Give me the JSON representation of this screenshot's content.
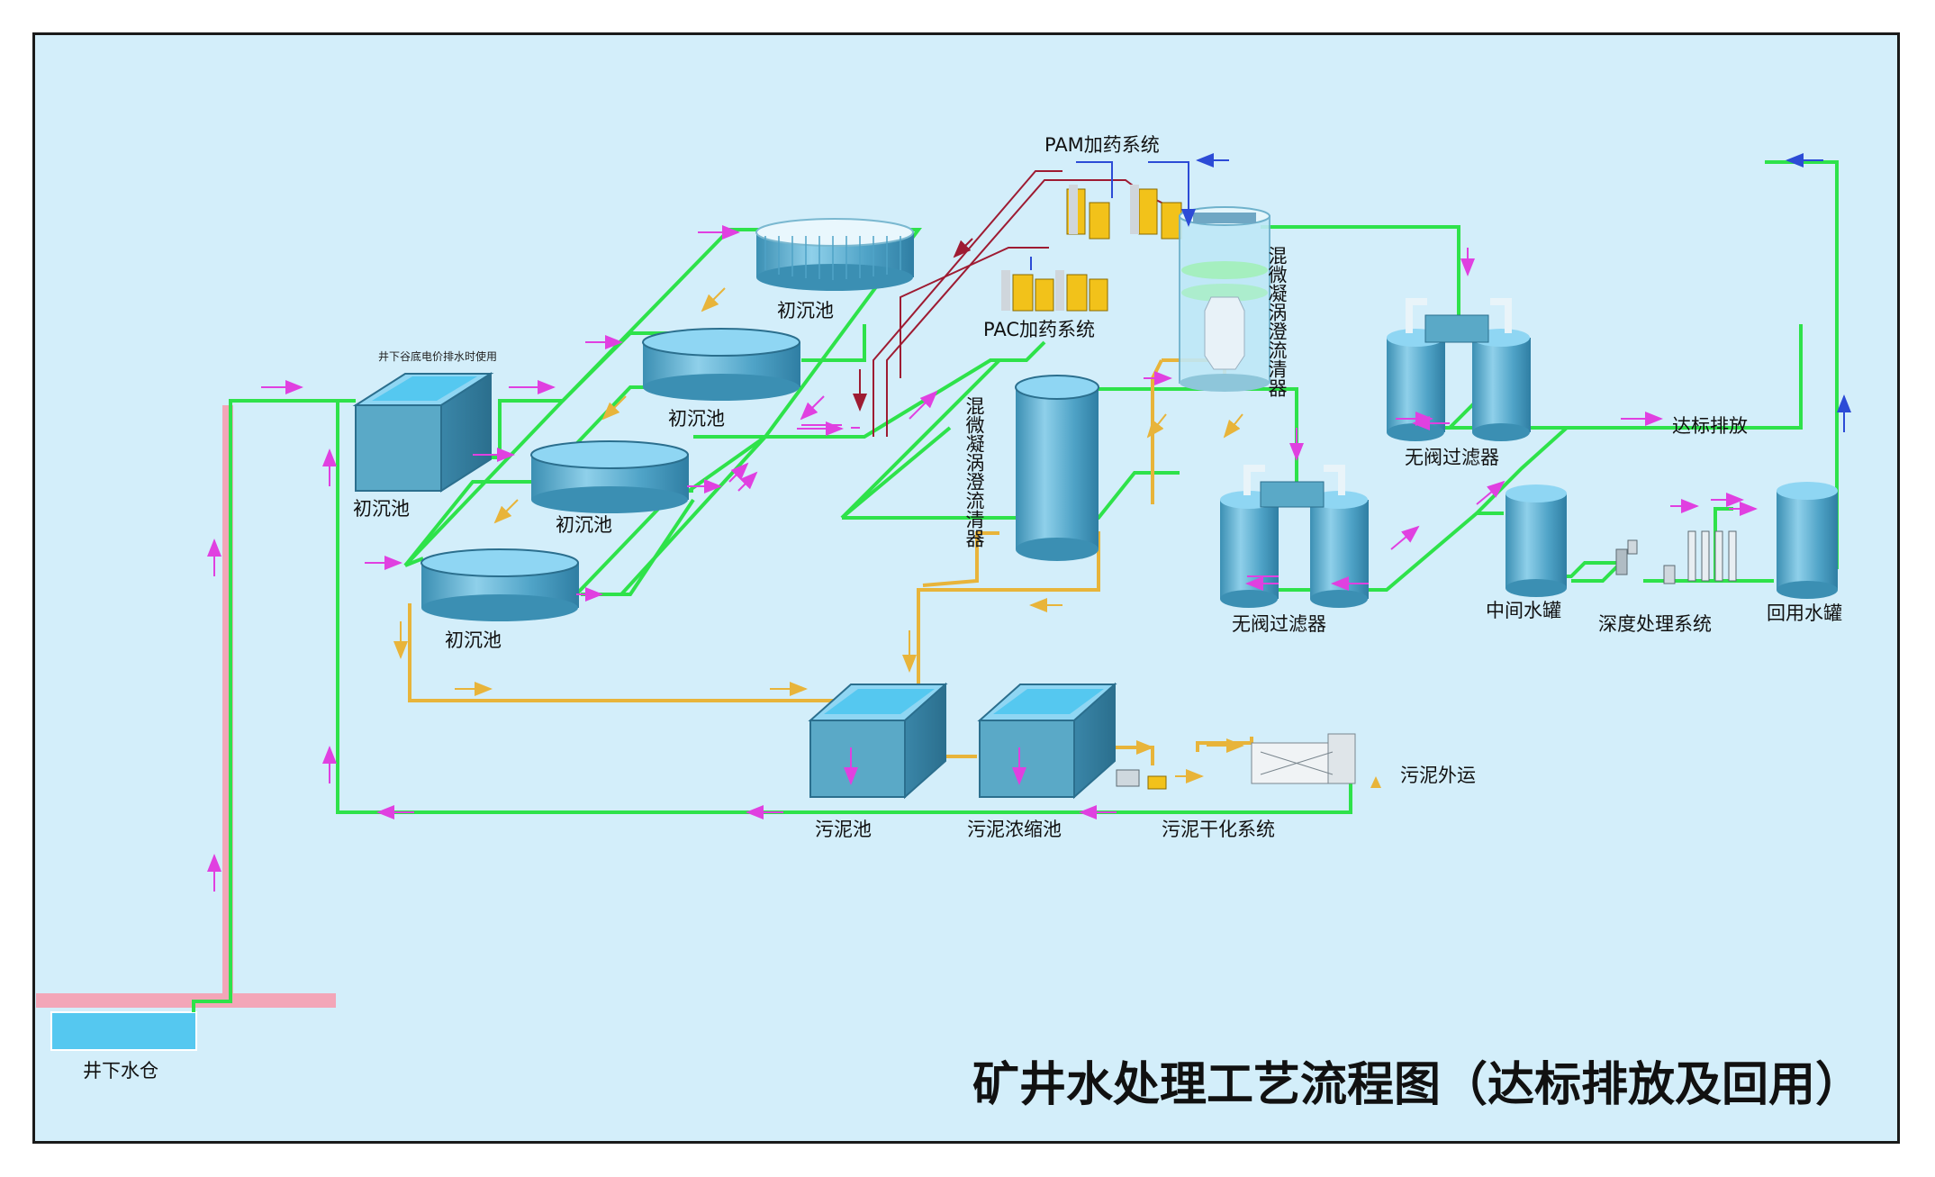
{
  "title": "矿井水处理工艺流程图（达标排放及回用）",
  "labels": {
    "underground_sump": "井下水仓",
    "offpeak_note": "井下谷底电价排水时使用",
    "primary_tank_1": "初沉池",
    "primary_tank_2": "初沉池",
    "primary_tank_3": "初沉池",
    "primary_tank_4": "初沉池",
    "primary_tank_5": "初沉池",
    "pam_system": "PAM加药系统",
    "pac_system": "PAC加药系统",
    "clarifier_left": "混微凝涡澄流清器",
    "clarifier_right": "混微凝涡澄流清器",
    "valveless_filter_1": "无阀过滤器",
    "valveless_filter_2": "无阀过滤器",
    "discharge": "达标排放",
    "intermediate_tank": "中间水罐",
    "advanced_treatment": "深度处理系统",
    "reuse_tank": "回用水罐",
    "sludge_tank": "污泥池",
    "sludge_thickener": "污泥浓缩池",
    "sludge_drying": "污泥干化系统",
    "sludge_export": "污泥外运"
  },
  "colors": {
    "background": "#d3eefa",
    "water_pipe": "#2ee24a",
    "sludge_pipe": "#e8b43a",
    "flow_arrow": "#e040e0",
    "pam_pipe": "#9e1b32",
    "return_arrow": "#2c4bd6",
    "tank_body": "#5aa9c7",
    "water": "#55c8f0",
    "ground": "#f3a6b8"
  }
}
